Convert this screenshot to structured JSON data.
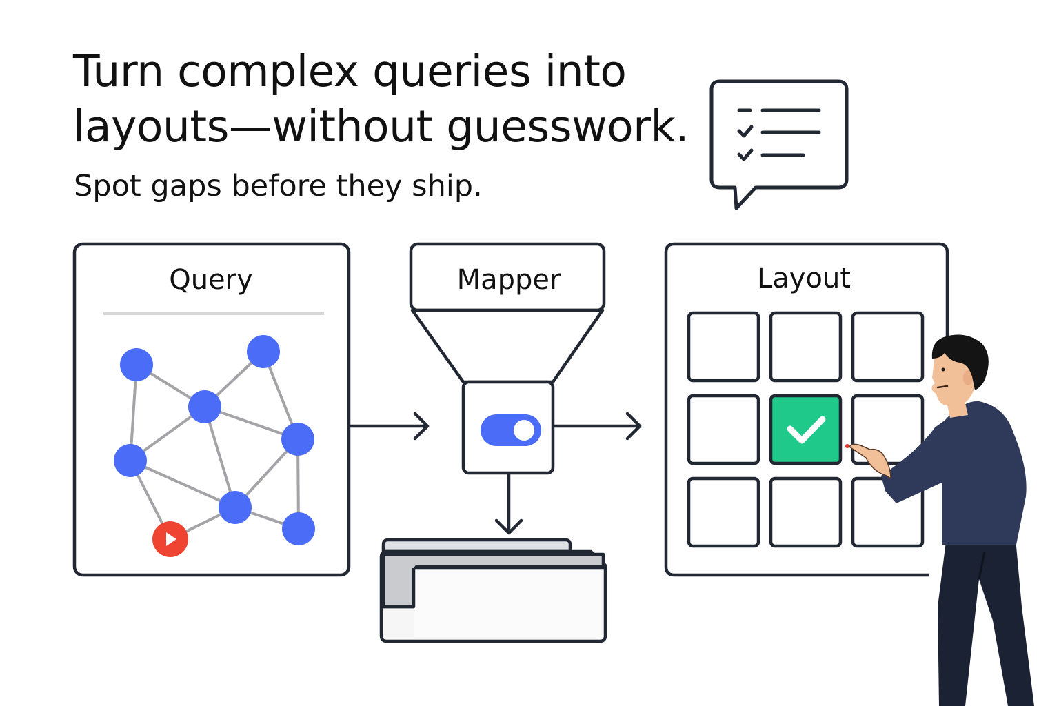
{
  "headline": {
    "line1": "Turn complex queries into",
    "line2": "layouts—without guesswork.",
    "subline": "Spot gaps before they ship."
  },
  "diagram": {
    "query": {
      "label": "Query"
    },
    "mapper": {
      "label": "Mapper",
      "toggle_state": "on"
    },
    "layout": {
      "label": "Layout",
      "grid": "3x3",
      "checked_cell": "row 2, column 2"
    }
  },
  "colors": {
    "stroke": "#222833",
    "node": "#4a6cf7",
    "edge": "#a3a3a8",
    "start_node": "#f04433",
    "check_cell": "#1ec98a",
    "toggle": "#4a6cf7",
    "person_shirt": "#2f3a5a",
    "person_pants": "#1b2233"
  },
  "icons": [
    "speech-bubble-checklist-icon",
    "play-icon",
    "toggle-icon",
    "checkmark-icon"
  ]
}
